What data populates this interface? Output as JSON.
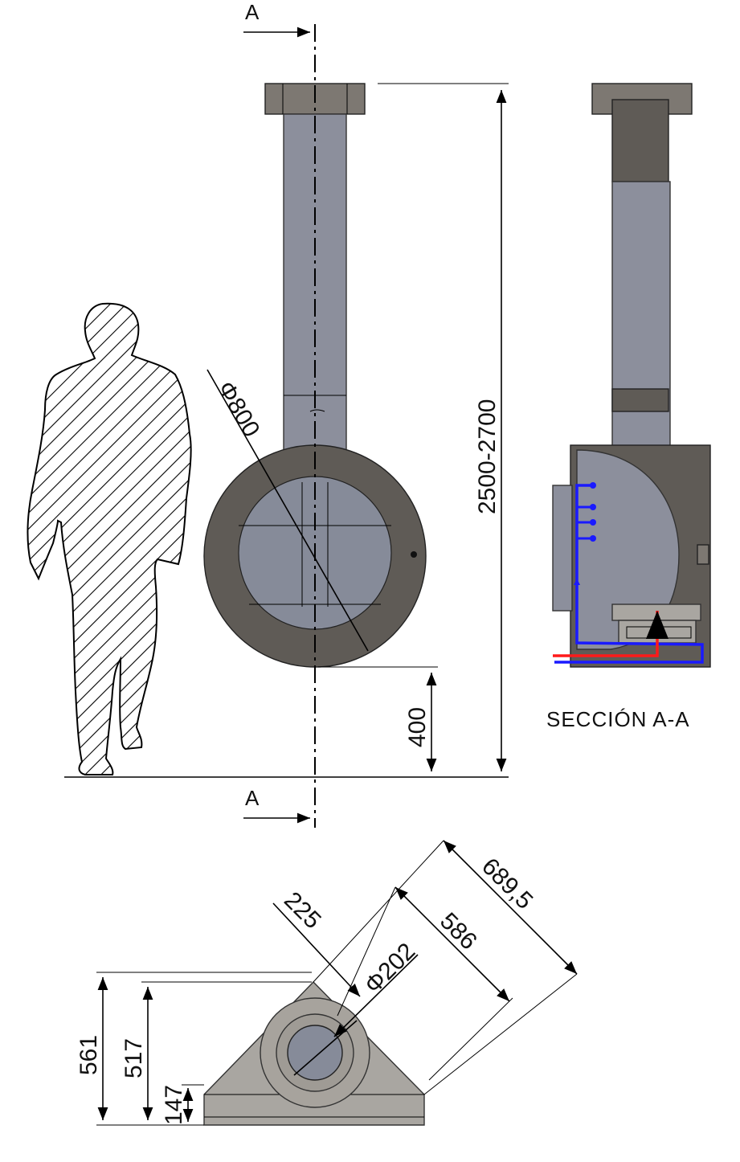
{
  "section_marker": "A",
  "section_title": "SECCIÓN A-A",
  "dimensions": {
    "diameter_body": "Φ800",
    "total_height": "2500-2700",
    "floor_clearance": "400",
    "depth_overall": "689,5",
    "depth_body": "586",
    "flue_offset": "225",
    "flue_diameter": "Φ202",
    "plan_overall": "561",
    "plan_body": "517",
    "plan_base": "147"
  },
  "colors": {
    "steel": "#8c8f9c",
    "dark_steel": "#5f5b56",
    "cold_water_line": "#1a1aff",
    "hot_water_line": "#ff1a1a"
  }
}
